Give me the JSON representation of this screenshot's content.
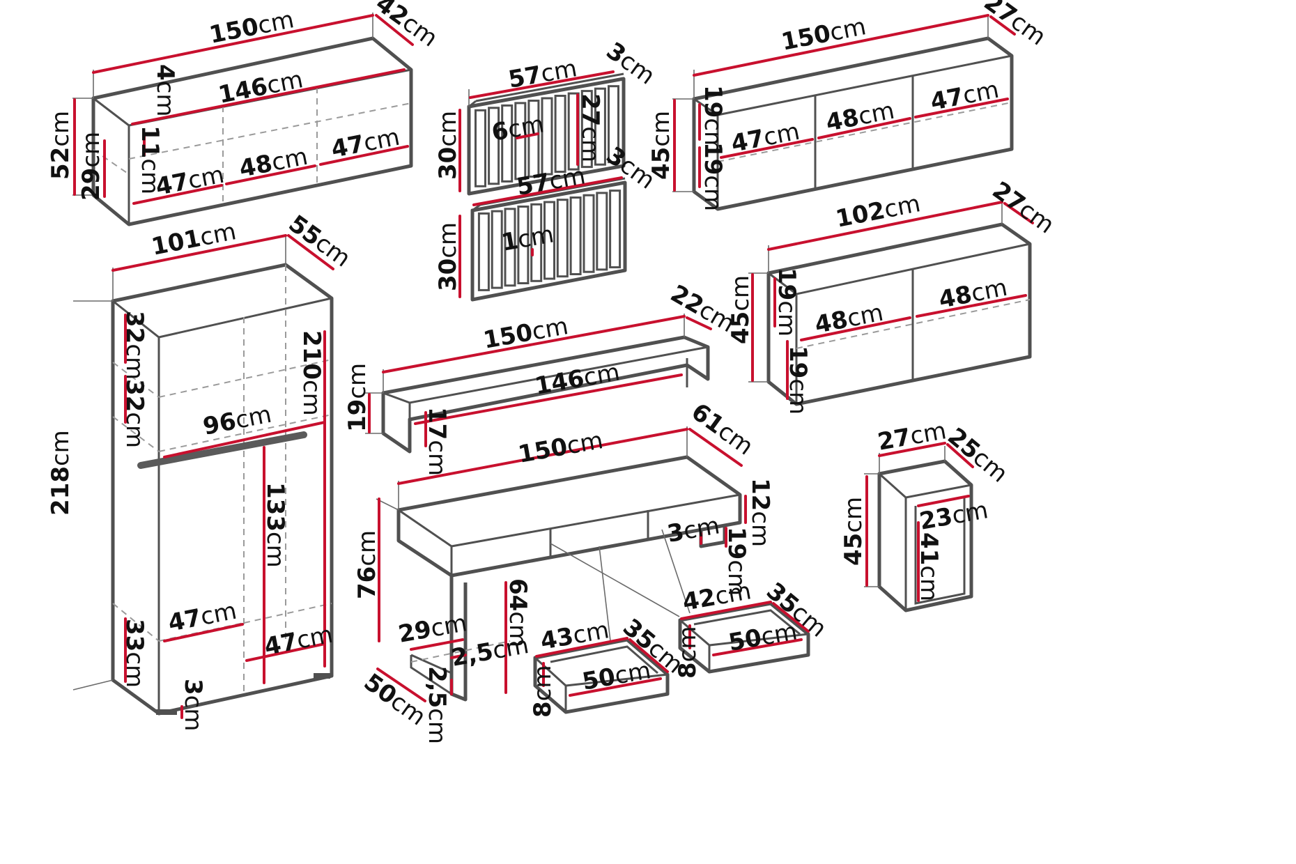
{
  "colors": {
    "dimension": "#c8102e",
    "frame": "#505050",
    "hidden": "#9a9a9a",
    "text": "#111111"
  },
  "labels": [
    {
      "id": "sb-w",
      "value": "150",
      "unit": "cm"
    },
    {
      "id": "sb-d",
      "value": "42",
      "unit": "cm"
    },
    {
      "id": "sb-top",
      "value": "4",
      "unit": "cm"
    },
    {
      "id": "sb-in",
      "value": "146",
      "unit": "cm"
    },
    {
      "id": "sb-h",
      "value": "52",
      "unit": "cm"
    },
    {
      "id": "sb-ih",
      "value": "29",
      "unit": "cm"
    },
    {
      "id": "sb-dr",
      "value": "11",
      "unit": "cm"
    },
    {
      "id": "sb-c1",
      "value": "47",
      "unit": "cm"
    },
    {
      "id": "sb-c2",
      "value": "48",
      "unit": "cm"
    },
    {
      "id": "sb-c3",
      "value": "47",
      "unit": "cm"
    },
    {
      "id": "p1-w",
      "value": "57",
      "unit": "cm"
    },
    {
      "id": "p1-d",
      "value": "3",
      "unit": "cm"
    },
    {
      "id": "p1-sl",
      "value": "6",
      "unit": "cm"
    },
    {
      "id": "p1-ih",
      "value": "27",
      "unit": "cm"
    },
    {
      "id": "p1-h",
      "value": "30",
      "unit": "cm"
    },
    {
      "id": "p2-w",
      "value": "57",
      "unit": "cm"
    },
    {
      "id": "p2-d",
      "value": "3",
      "unit": "cm"
    },
    {
      "id": "p2-sl",
      "value": "1",
      "unit": "cm"
    },
    {
      "id": "p2-h",
      "value": "30",
      "unit": "cm"
    },
    {
      "id": "ws-w",
      "value": "150",
      "unit": "cm"
    },
    {
      "id": "ws-d",
      "value": "27",
      "unit": "cm"
    },
    {
      "id": "ws-h",
      "value": "45",
      "unit": "cm"
    },
    {
      "id": "ws-s1",
      "value": "19",
      "unit": "cm"
    },
    {
      "id": "ws-s2",
      "value": "19",
      "unit": "cm"
    },
    {
      "id": "ws-c1",
      "value": "47",
      "unit": "cm"
    },
    {
      "id": "ws-c2",
      "value": "48",
      "unit": "cm"
    },
    {
      "id": "ws-c3",
      "value": "47",
      "unit": "cm"
    },
    {
      "id": "wd-w",
      "value": "101",
      "unit": "cm"
    },
    {
      "id": "wd-d",
      "value": "55",
      "unit": "cm"
    },
    {
      "id": "wd-h",
      "value": "218",
      "unit": "cm"
    },
    {
      "id": "wd-ih",
      "value": "210",
      "unit": "cm"
    },
    {
      "id": "wd-s1",
      "value": "32",
      "unit": "cm"
    },
    {
      "id": "wd-s2",
      "value": "32",
      "unit": "cm"
    },
    {
      "id": "wd-iw",
      "value": "96",
      "unit": "cm"
    },
    {
      "id": "wd-hang",
      "value": "133",
      "unit": "cm"
    },
    {
      "id": "wd-c1",
      "value": "47",
      "unit": "cm"
    },
    {
      "id": "wd-c2",
      "value": "47",
      "unit": "cm"
    },
    {
      "id": "wd-bot",
      "value": "33",
      "unit": "cm"
    },
    {
      "id": "wd-base",
      "value": "3",
      "unit": "cm"
    },
    {
      "id": "ms-w",
      "value": "102",
      "unit": "cm"
    },
    {
      "id": "ms-d",
      "value": "27",
      "unit": "cm"
    },
    {
      "id": "ms-h",
      "value": "45",
      "unit": "cm"
    },
    {
      "id": "ms-s1",
      "value": "19",
      "unit": "cm"
    },
    {
      "id": "ms-s2",
      "value": "19",
      "unit": "cm"
    },
    {
      "id": "ms-c1",
      "value": "48",
      "unit": "cm"
    },
    {
      "id": "ms-c2",
      "value": "48",
      "unit": "cm"
    },
    {
      "id": "sh-w",
      "value": "150",
      "unit": "cm"
    },
    {
      "id": "sh-d",
      "value": "22",
      "unit": "cm"
    },
    {
      "id": "sh-in",
      "value": "146",
      "unit": "cm"
    },
    {
      "id": "sh-h",
      "value": "19",
      "unit": "cm"
    },
    {
      "id": "sh-ih",
      "value": "17",
      "unit": "cm"
    },
    {
      "id": "dk-w",
      "value": "150",
      "unit": "cm"
    },
    {
      "id": "dk-d",
      "value": "61",
      "unit": "cm"
    },
    {
      "id": "dk-t",
      "value": "12",
      "unit": "cm"
    },
    {
      "id": "dk-h",
      "value": "76",
      "unit": "cm"
    },
    {
      "id": "dk-leg",
      "value": "64",
      "unit": "cm"
    },
    {
      "id": "dk-g",
      "value": "3",
      "unit": "cm"
    },
    {
      "id": "dk-gh",
      "value": "19",
      "unit": "cm"
    },
    {
      "id": "dk-lw",
      "value": "29",
      "unit": "cm"
    },
    {
      "id": "dk-f1",
      "value": "2,5",
      "unit": "cm"
    },
    {
      "id": "dk-f2",
      "value": "2,5",
      "unit": "cm"
    },
    {
      "id": "dk-fd",
      "value": "50",
      "unit": "cm"
    },
    {
      "id": "dr1-w",
      "value": "43",
      "unit": "cm"
    },
    {
      "id": "dr1-d",
      "value": "35",
      "unit": "cm"
    },
    {
      "id": "dr1-l",
      "value": "50",
      "unit": "cm"
    },
    {
      "id": "dr1-h",
      "value": "8",
      "unit": "cm"
    },
    {
      "id": "dr2-w",
      "value": "42",
      "unit": "cm"
    },
    {
      "id": "dr2-d",
      "value": "35",
      "unit": "cm"
    },
    {
      "id": "dr2-l",
      "value": "50",
      "unit": "cm"
    },
    {
      "id": "dr2-h",
      "value": "8",
      "unit": "cm"
    },
    {
      "id": "nt-w",
      "value": "27",
      "unit": "cm"
    },
    {
      "id": "nt-d",
      "value": "25",
      "unit": "cm"
    },
    {
      "id": "nt-h",
      "value": "45",
      "unit": "cm"
    },
    {
      "id": "nt-iw",
      "value": "23",
      "unit": "cm"
    },
    {
      "id": "nt-ih",
      "value": "41",
      "unit": "cm"
    }
  ]
}
